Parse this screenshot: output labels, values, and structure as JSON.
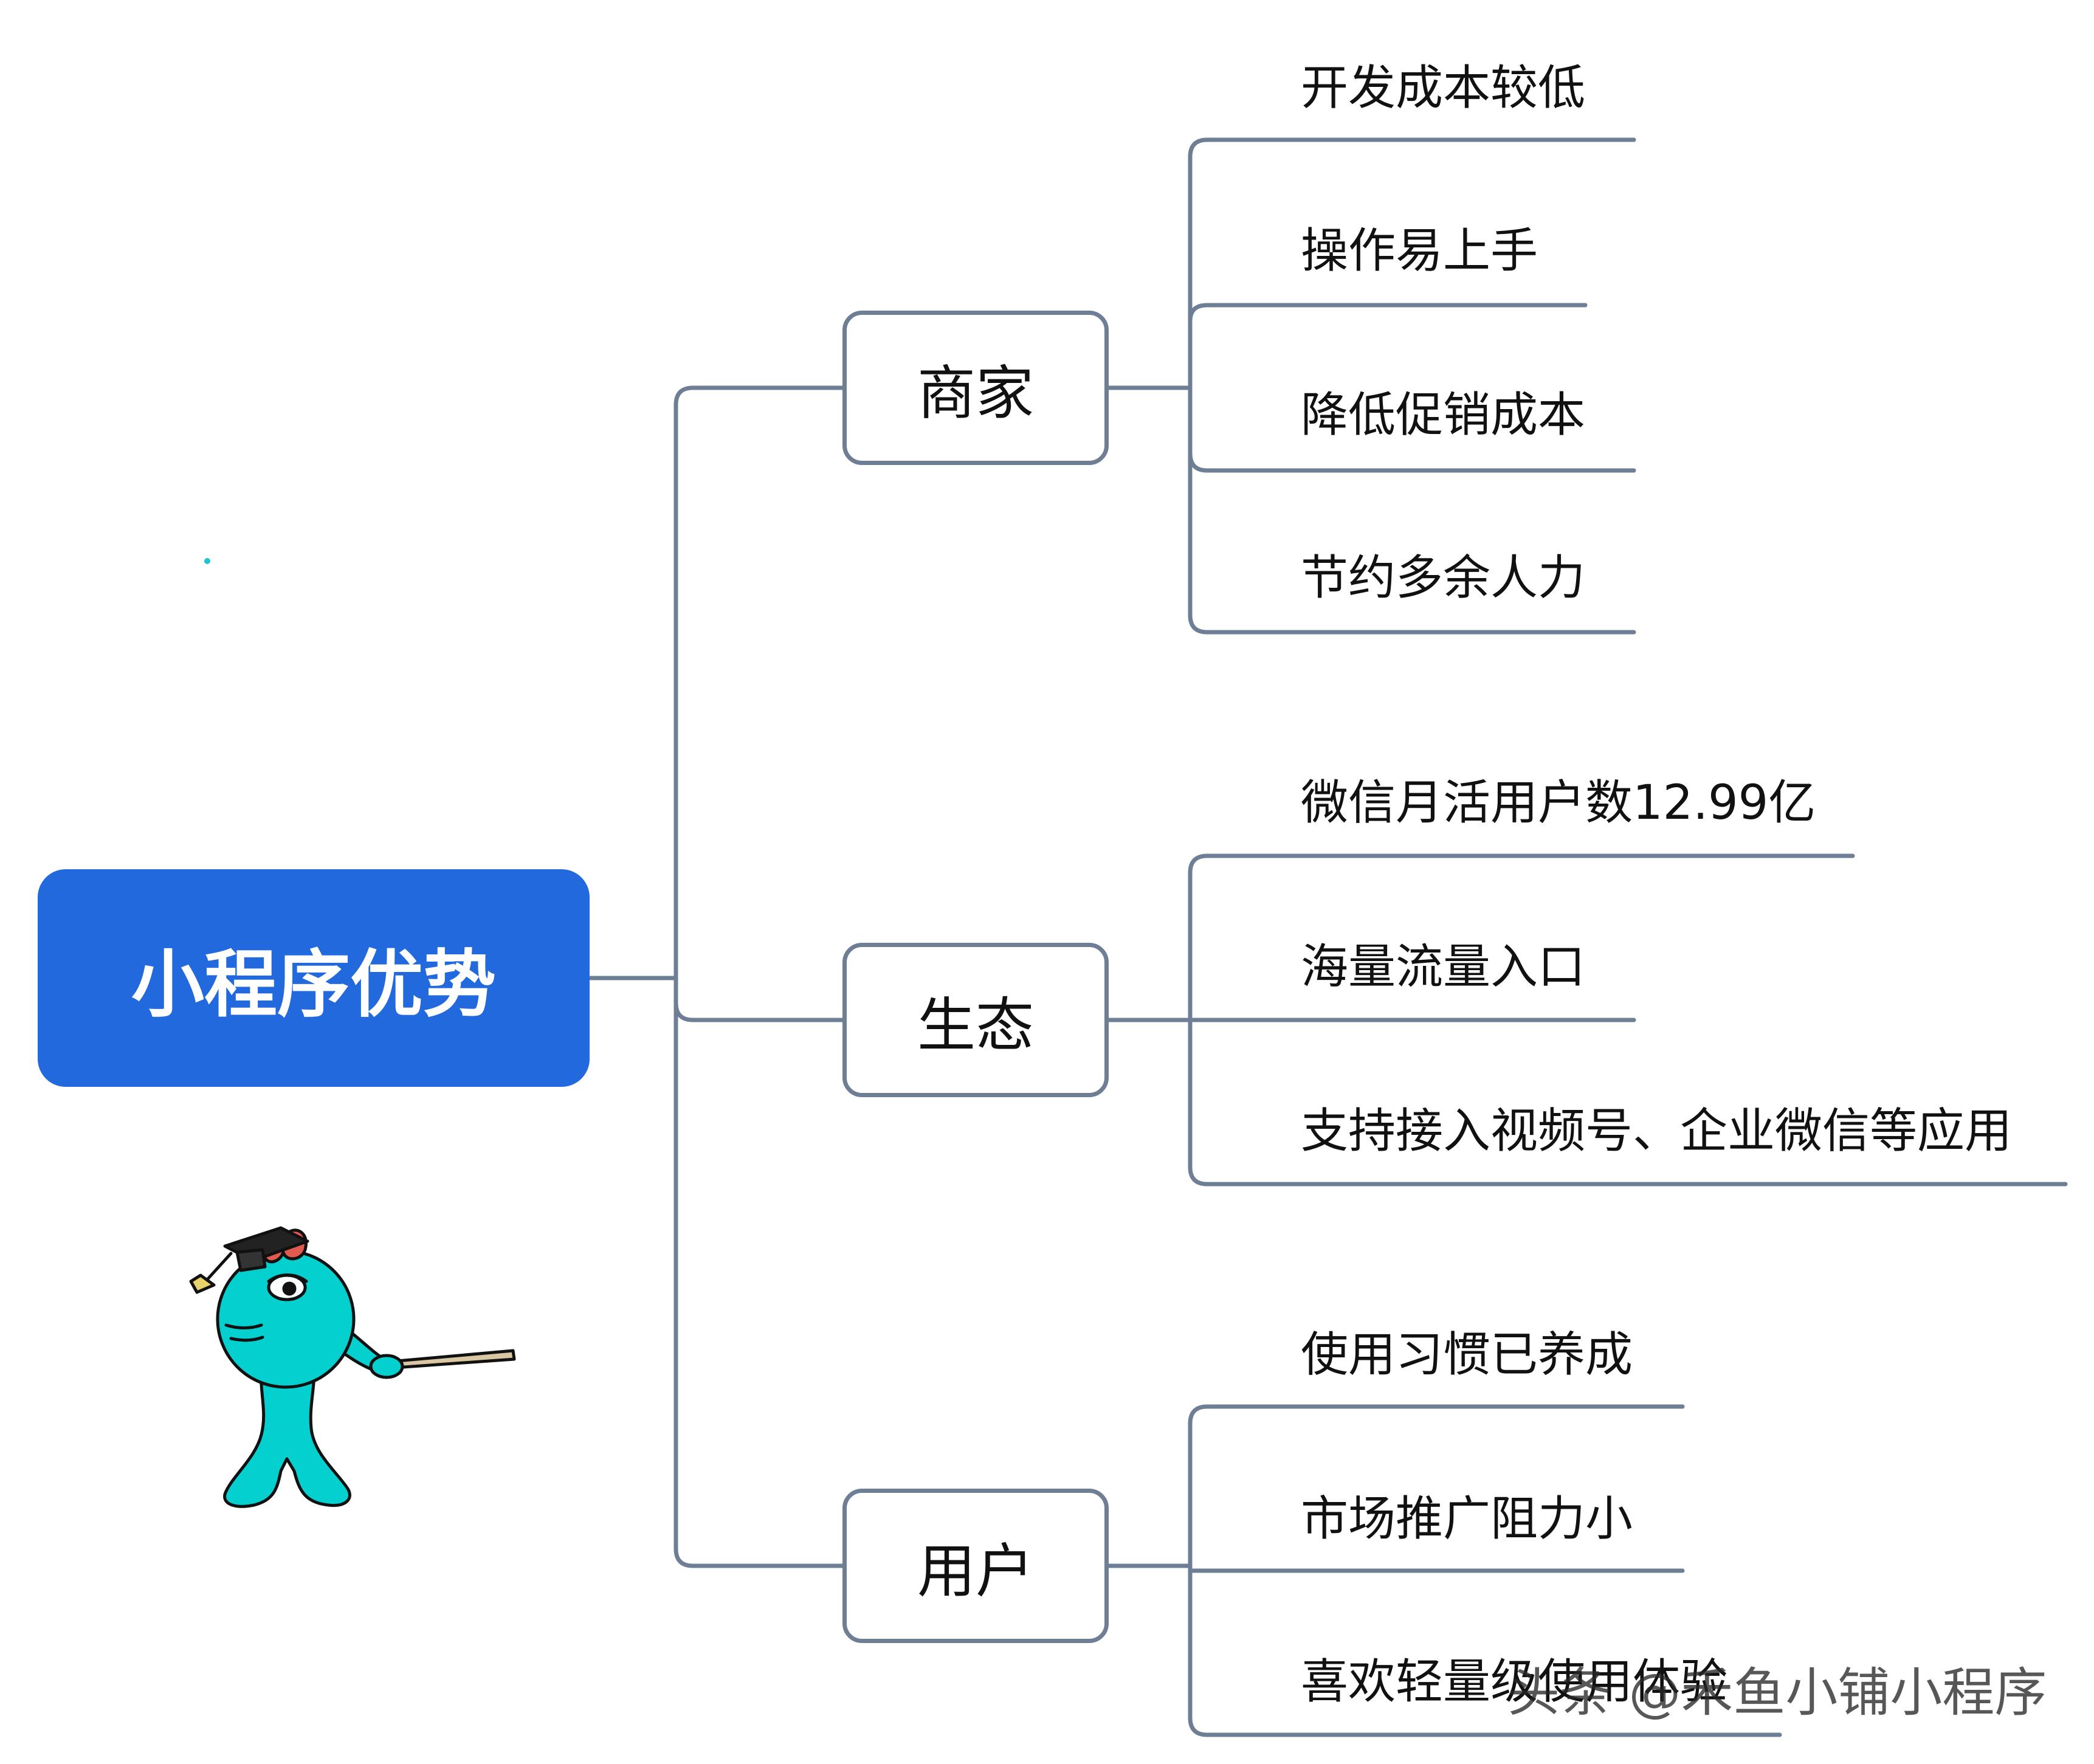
{
  "root": {
    "label": "小程序优势"
  },
  "branches": [
    {
      "label": "商家",
      "leaves": [
        "开发成本较低",
        "操作易上手",
        "降低促销成本",
        "节约多余人力"
      ]
    },
    {
      "label": "生态",
      "leaves": [
        "微信月活用户数12.99亿",
        "海量流量入口",
        "支持接入视频号、企业微信等应用"
      ]
    },
    {
      "label": "用户",
      "leaves": [
        "使用习惯已养成",
        "市场推广阻力小",
        "喜欢轻量级使用体验"
      ]
    }
  ],
  "watermark": "头条 @禾鱼小铺小程序",
  "colors": {
    "root_fill": "#2169dc",
    "connector": "#6e7f95",
    "mascot_body": "#05d0d0",
    "mascot_tuft": "#e05a50"
  },
  "icons": {
    "mascot": "cyan-cartoon-teacher-with-pointer",
    "speck": "cyan-dot"
  }
}
